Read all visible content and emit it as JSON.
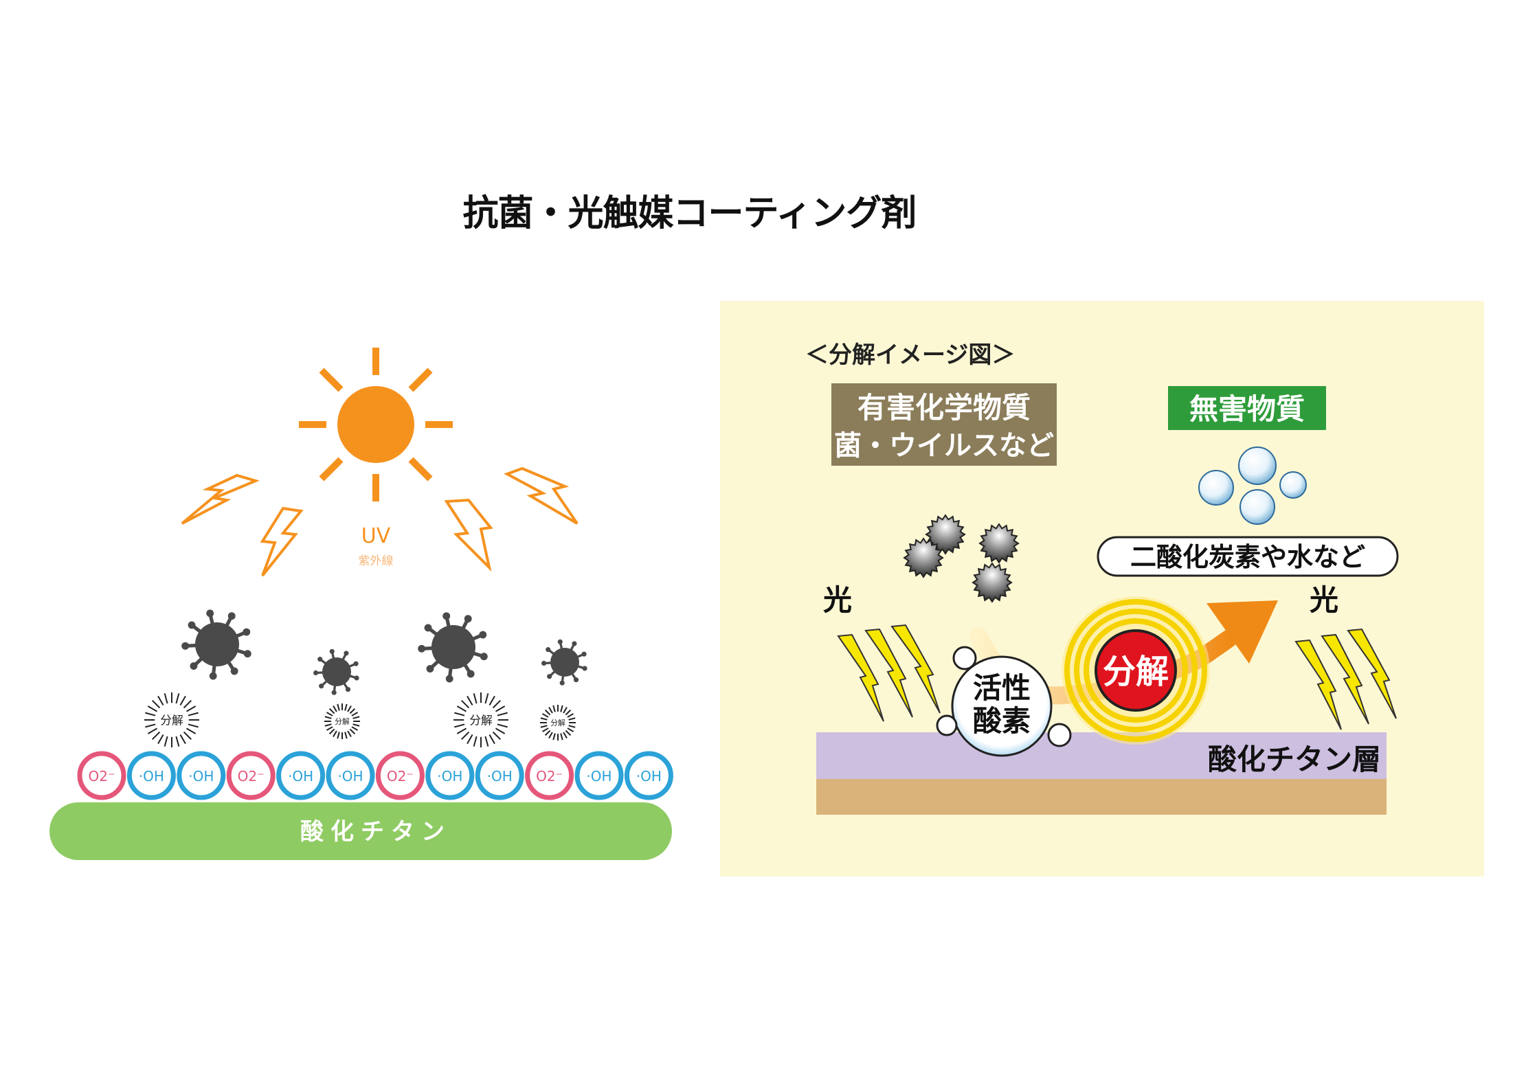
{
  "title": "抗菌・光触媒コーティング剤",
  "left": {
    "uv_label": "UV",
    "uv_sub": "紫外線",
    "decompose_label": "分解",
    "ions": [
      "O2⁻",
      "·OH",
      "·OH",
      "O2⁻",
      "·OH",
      "·OH",
      "O2⁻",
      "·OH",
      "·OH",
      "O2⁻",
      "·OH",
      "·OH"
    ],
    "base_label": "酸化チタン",
    "colors": {
      "sun": "#f5921e",
      "virus": "#4a4a4a",
      "oxide_ring": "#e5577a",
      "hydroxyl_ring": "#2ba2d8",
      "base": "#8fcb63"
    }
  },
  "right": {
    "heading": "＜分解イメージ図＞",
    "harmful_line1": "有害化学物質",
    "harmful_line2": "菌・ウイルスなど",
    "harmless": "無害物質",
    "products": "二酸化炭素や水など",
    "light_left": "光",
    "light_right": "光",
    "active_oxygen_line1": "活性",
    "active_oxygen_line2": "酸素",
    "decompose": "分解",
    "layer_label": "酸化チタン層",
    "colors": {
      "panel_bg": "#fdf8d4",
      "harmful_box": "#8b7d5a",
      "harmless_box": "#2e9c3a",
      "decompose_circle": "#e0141e",
      "glow": "#f5d200",
      "layer_top": "#cdbfe0",
      "layer_bottom": "#d9b37a"
    }
  }
}
